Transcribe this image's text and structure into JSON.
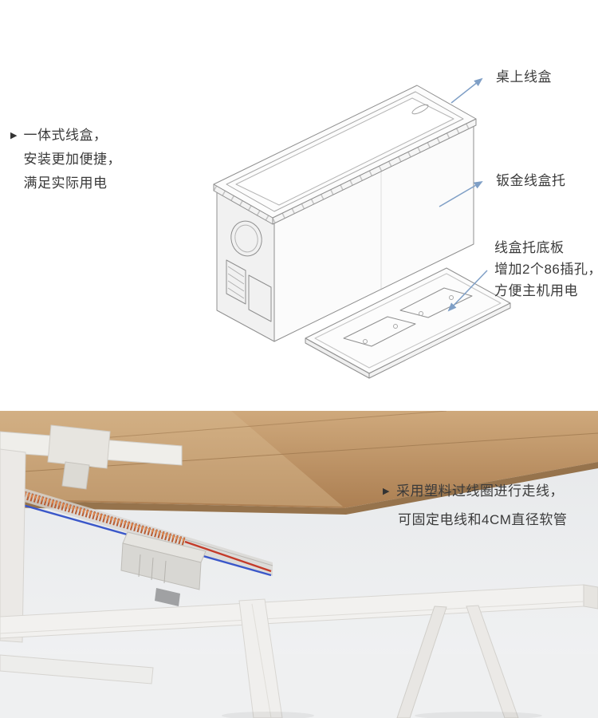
{
  "icons": {
    "bullet": "▶"
  },
  "top": {
    "intro": {
      "line1": "一体式线盒，",
      "line2": "安装更加便捷，",
      "line3": "满足实际用电"
    },
    "callouts": {
      "c1": "桌上线盒",
      "c2": "钣金线盒托",
      "c3_line1": "线盒托底板",
      "c3_line2": "增加2个86插孔，",
      "c3_line3": "方便主机用电"
    }
  },
  "bottom": {
    "caption_line1": "采用塑料过线圈进行走线，",
    "caption_line2": "可固定电线和4CM直径软管"
  },
  "colors": {
    "arrow": "#7f9fc6",
    "text": "#3d3d3d",
    "background": "#ffffff",
    "photo_background": "#eaecee",
    "drawing_line": "#8f8f8f",
    "wood": "#c2996c",
    "cable_orange": "#c8663a",
    "cable_blue": "#3a57c9",
    "cable_red": "#c43b2a"
  }
}
